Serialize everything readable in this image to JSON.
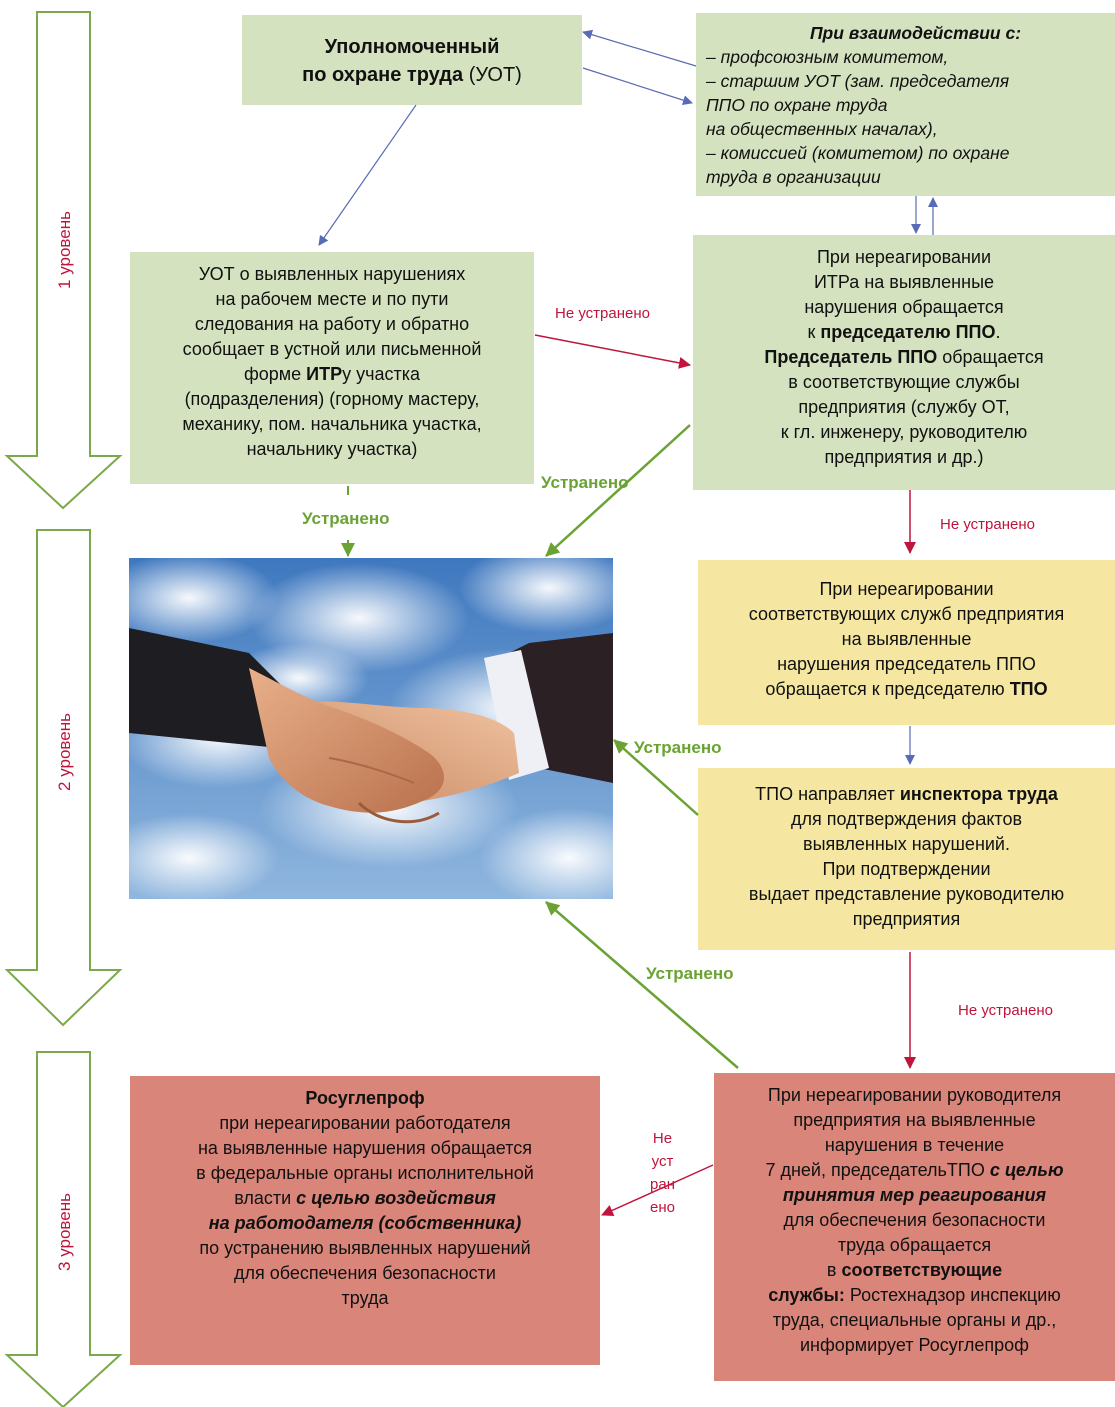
{
  "levels": [
    "1 уровень",
    "2 уровень",
    "3 уровень"
  ],
  "uot": {
    "line1": "Уполномоченный",
    "line2_bold": "по охране труда",
    "line2_rest": " (УОТ)"
  },
  "interaction": {
    "title": "При взаимодействии с:",
    "lines": [
      "– профсоюзным комитетом,",
      "– старшим УОТ (зам. председателя",
      "ППО по охране труда",
      "на общественных началах),",
      "– комиссией (комитетом) по охране",
      "труда в организации"
    ]
  },
  "uot_report": {
    "lines": [
      "УОТ о выявленных нарушениях",
      "на рабочем месте и по пути",
      "следования на работу и обратно",
      "сообщает в устной или письменной"
    ],
    "line5_pre": "форме ",
    "line5_bold": "ИТР",
    "line5_post": "у участка",
    "lines_after": [
      "(подразделения) (горному мастеру,",
      "механику, пом. начальника участка,",
      "начальнику участка)"
    ]
  },
  "ppo": {
    "line1": "При нереагировании",
    "line2": "ИТРа на выявленные",
    "line3": "нарушения обращается",
    "line4_pre": "к ",
    "line4_bold": "председателю ППО",
    "line4_post": ".",
    "line5_bold": "Председатель ППО",
    "line5_post": " обращается",
    "line6": "в соответствующие службы",
    "line7": "предприятия (службу ОТ,",
    "line8": "к гл. инженеру, руководителю",
    "line9": "предприятия и др.)"
  },
  "tpo_request": {
    "line1": "При нереагировании",
    "line2": "соответствующих  служб предприятия",
    "line3": "на  выявленные",
    "line4": "нарушения  председатель ППО",
    "line5_pre": "обращается к председателю ",
    "line5_bold": "ТПО"
  },
  "inspector": {
    "line1_pre": "ТПО направляет ",
    "line1_bold": "инспектора труда",
    "line2": "для подтверждения фактов",
    "line3": "выявленных нарушений.",
    "line4": "При подтверждении",
    "line5": "выдает представление руководителю",
    "line6": "предприятия"
  },
  "head_ignore": {
    "line1": "При нереагировании руководителя",
    "line2": "предприятия на выявленные",
    "line3": "нарушения в течение",
    "line4_pre": "7 дней, председательТПО ",
    "line4_bi": "с целью",
    "line5_bi": "принятия мер реагирования",
    "line6": "для обеспечения безопасности",
    "line7": "труда обращается",
    "line8_pre": "в ",
    "line8_bold": "соответствующие",
    "line9_bold": "службы:",
    "line9_post": " Ростехнадзор  инспекцию",
    "line10": "труда, специальные органы и др.,",
    "line11": "информирует Росуглепроф"
  },
  "rosugleprof": {
    "title": "Росуглепроф",
    "line2": "при нереагировании работодателя",
    "line3": "на выявленные нарушения обращается",
    "line4": "в федеральные органы исполнительной",
    "line5_pre": "власти  ",
    "line5_bi": "с целью воздействия",
    "line6_bi": "на работодателя (собственника)",
    "line7": "по устранению выявленных нарушений",
    "line8": "для обеспечения безопасности",
    "line9": "труда"
  },
  "labels": {
    "not_fixed": "Не устранено",
    "fixed": "Устранено",
    "not_fixed_split": [
      "Не",
      "уст",
      "ран",
      "ено"
    ]
  },
  "colors": {
    "green_box": "#d5e2bf",
    "yellow_box": "#f5e7a2",
    "red_box": "#d9857a",
    "red_arrow": "#c0143c",
    "green_arrow": "#6aa334",
    "blue_arrow": "#5a6bb5"
  }
}
